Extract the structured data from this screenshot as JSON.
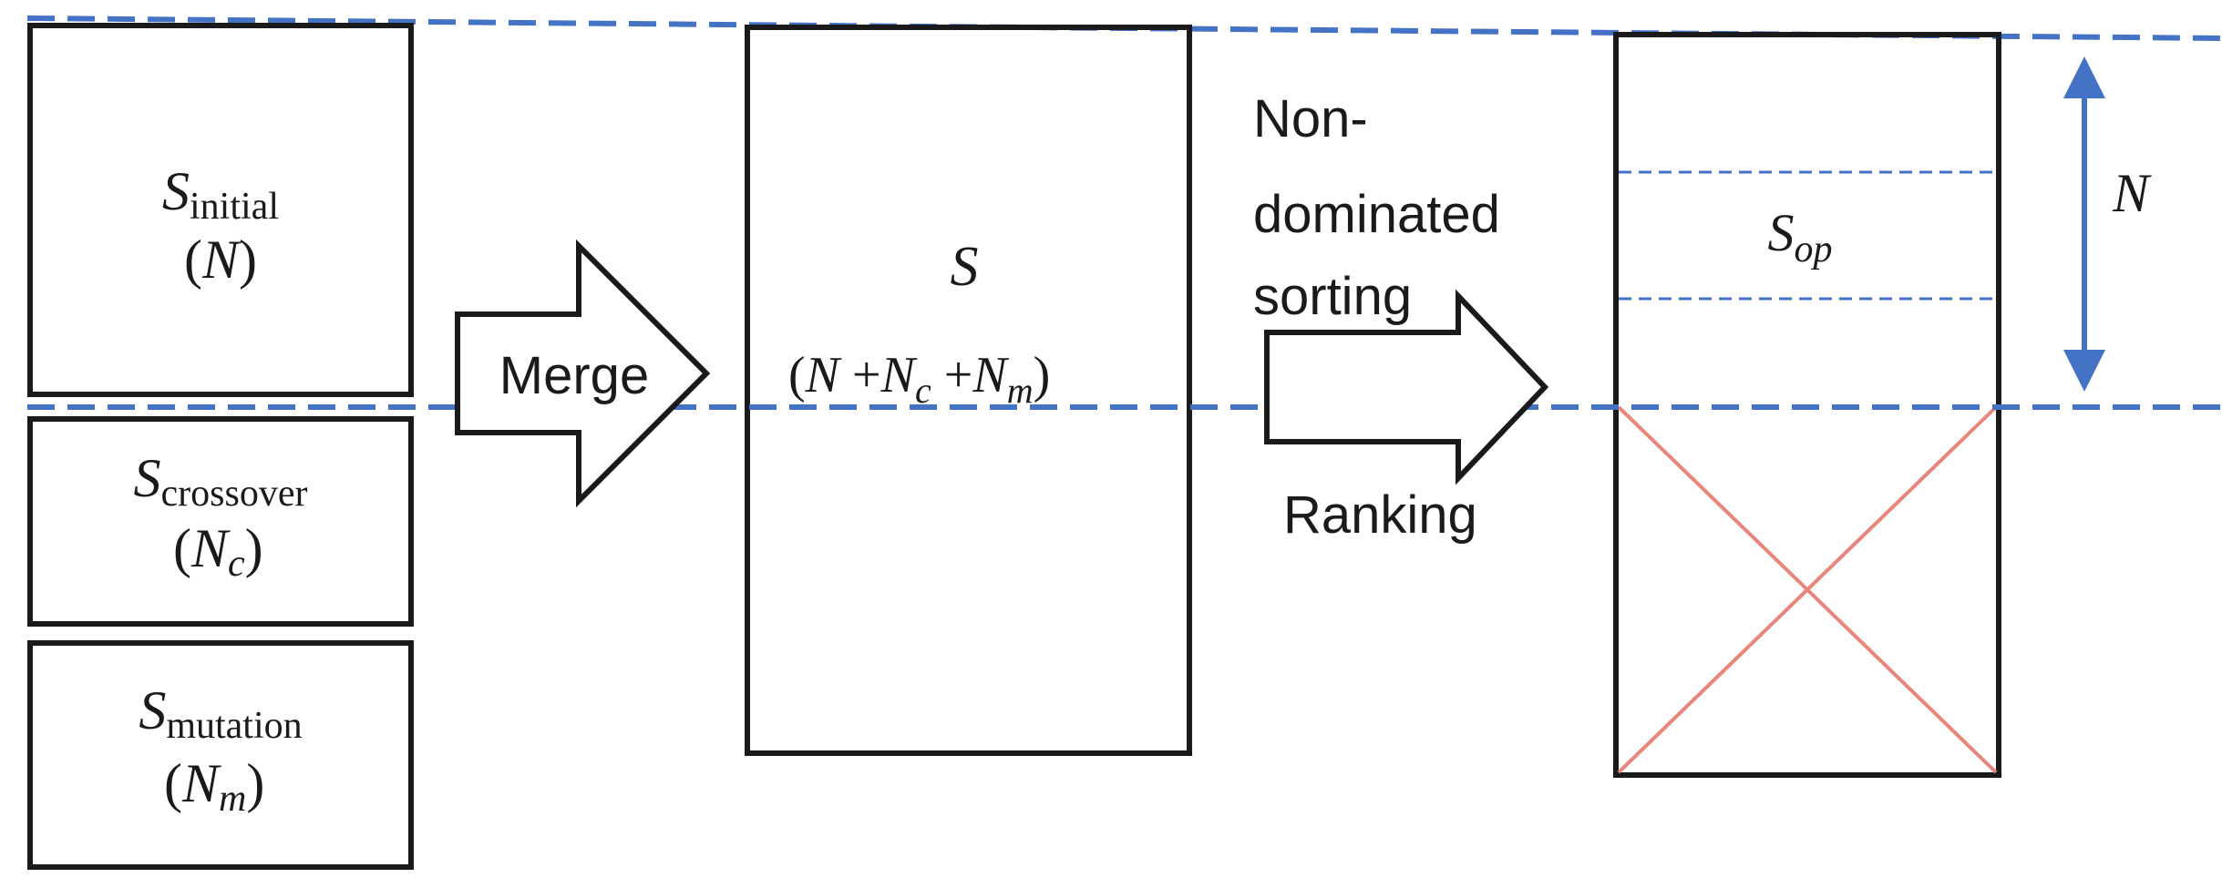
{
  "colors": {
    "box_stroke": "#1a1a1a",
    "dash_line": "#4472c4",
    "cross": "#e8867a",
    "text": "#1a1a1a"
  },
  "boxes": {
    "initial": {
      "S": "S",
      "sub": "initial",
      "count_open": "(",
      "count_var": "N",
      "count_sub": "",
      "count_close": ")"
    },
    "crossover": {
      "S": "S",
      "sub": "crossover",
      "count_open": "(",
      "count_var": "N",
      "count_sub": "c",
      "count_close": ")"
    },
    "mutation": {
      "S": "S",
      "sub": "mutation",
      "count_open": "(",
      "count_var": "N",
      "count_sub": "m",
      "count_close": ")"
    },
    "merged": {
      "S": "S",
      "expr_open": "(",
      "expr_n": "N",
      "expr_plus1": " +",
      "expr_nc": "N",
      "expr_nc_sub": "c",
      "expr_plus2": " +",
      "expr_nm": "N",
      "expr_nm_sub": "m",
      "expr_close": ")"
    },
    "optimal": {
      "S": "S",
      "sub": "op",
      "n_label": "N"
    }
  },
  "arrows": {
    "merge_label": "Merge",
    "sort_label_line1": "Non-",
    "sort_label_line2": "dominated",
    "sort_label_line3": "sorting",
    "rank_label": "Ranking"
  }
}
